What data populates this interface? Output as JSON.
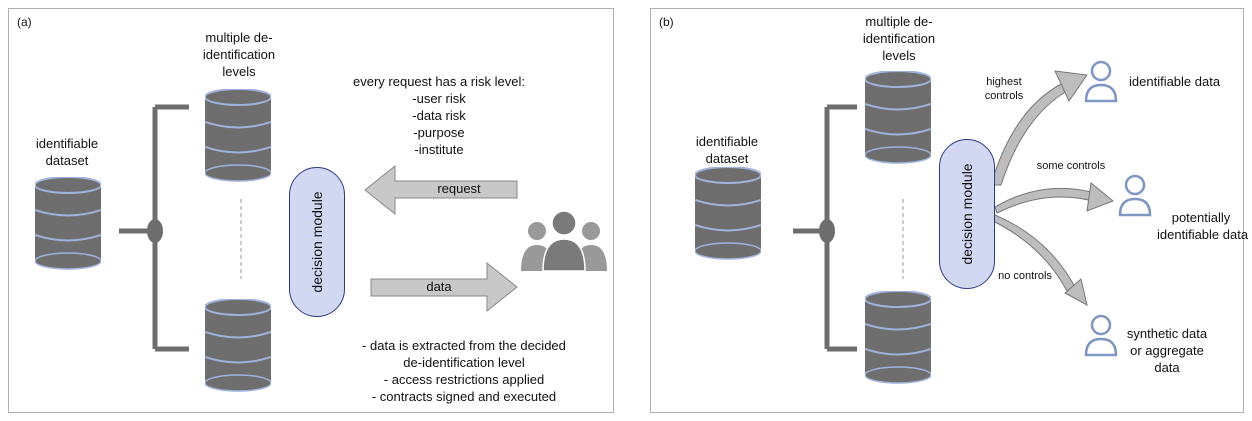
{
  "panel_a": {
    "label": "(a)",
    "multiple_levels": [
      "multiple de-",
      "identification",
      "levels"
    ],
    "identifiable_dataset": [
      "identifiable",
      "dataset"
    ],
    "risk_text": [
      "every request has a risk level:",
      "-user risk",
      "-data risk",
      "-purpose",
      "-institute"
    ],
    "decision_module": "decision module",
    "request_label": "request",
    "data_label": "data",
    "outcome_text": [
      "- data is extracted from the decided",
      "de-identification level",
      "- access restrictions applied",
      "- contracts signed and executed"
    ]
  },
  "panel_b": {
    "label": "(b)",
    "multiple_levels": [
      "multiple de-",
      "identification",
      "levels"
    ],
    "identifiable_dataset": [
      "identifiable",
      "dataset"
    ],
    "decision_module": "decision module",
    "arrow_highest": [
      "highest",
      "controls"
    ],
    "arrow_some": "some controls",
    "arrow_none": "no controls",
    "out_identifiable": "identifiable data",
    "out_potentially": [
      "potentially",
      "identifiable data"
    ],
    "out_synthetic": [
      "synthetic data",
      "or aggregate",
      "data"
    ]
  },
  "icons": [
    "database-icon",
    "users-group-icon",
    "user-icon"
  ],
  "colors": {
    "database": "#6e6e6e",
    "database_rim": "#9fb3dd",
    "decision_fill": "#d2d8f2",
    "arrow_fill": "#c8c8c8",
    "user_outline": "#7f95c2"
  }
}
